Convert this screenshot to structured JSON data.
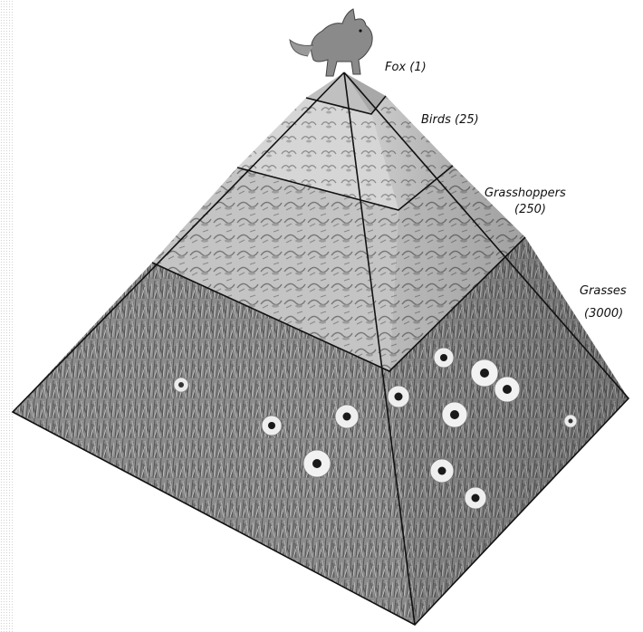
{
  "pyramid": {
    "levels": [
      {
        "name": "Fox",
        "count": "(1)",
        "label": "Fox (1)"
      },
      {
        "name": "Birds",
        "count": "(25)",
        "label": "Birds (25)"
      },
      {
        "name": "Grasshoppers",
        "count": "(250)",
        "label_line1": "Grasshoppers",
        "label_line2": "(250)"
      },
      {
        "name": "Grasses",
        "count": "(3000)",
        "label_line1": "Grasses",
        "label_line2": "(3000)"
      }
    ]
  },
  "colors": {
    "outline": "#111111",
    "grass_dark": "#6e6e6e",
    "grass_mid": "#9a9a9a",
    "grasshopper_band": "#bdbdbd",
    "bird_band": "#d4d4d4",
    "flower_petal": "#f2f2f2",
    "flower_center": "#1a1a1a"
  }
}
